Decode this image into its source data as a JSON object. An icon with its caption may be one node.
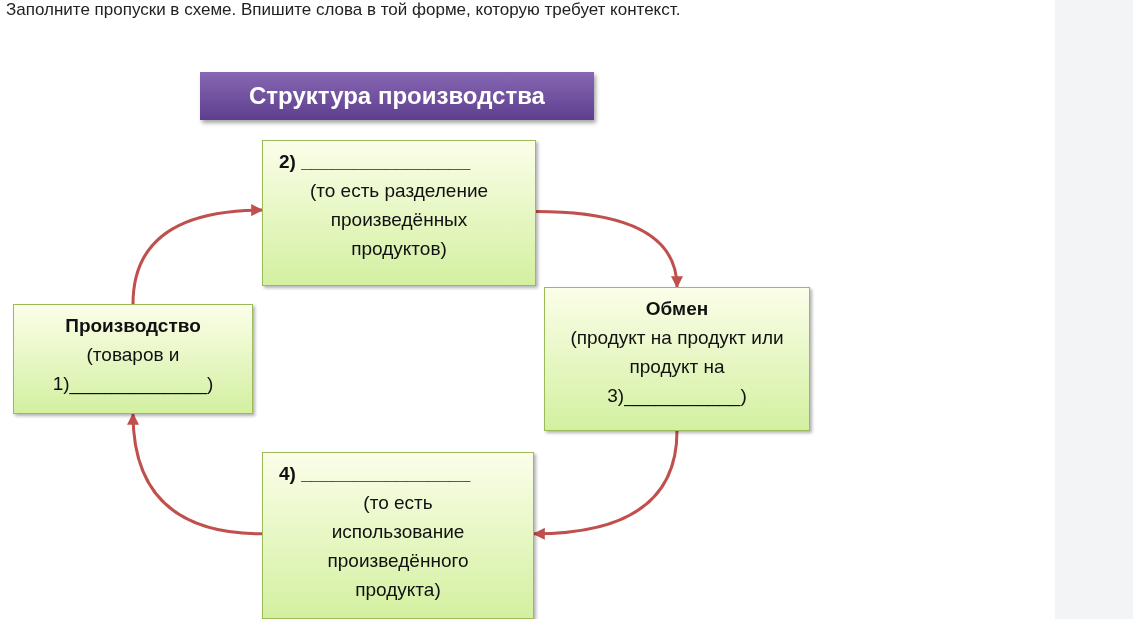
{
  "diagram": {
    "title": "Структура производства",
    "nodes": [
      {
        "text": [
          "Производство",
          "(товаров и 1)_____________)"
        ]
      },
      {
        "text": [
          "2) ________________",
          "(то есть разделение произведённых продуктов)"
        ]
      },
      {
        "text": [
          "Обмен",
          "(продукт на продукт или продукт на 3)___________)"
        ]
      },
      {
        "text": [
          "4) ________________",
          "(то есть использование произведённого продукта)"
        ]
      }
    ],
    "edges": [
      {
        "from": 0,
        "to": 1,
        "arrow": "to"
      },
      {
        "from": 1,
        "to": 2,
        "arrow": "to"
      },
      {
        "from": 2,
        "to": 3,
        "arrow": "to"
      },
      {
        "from": 3,
        "to": 0,
        "arrow": "to"
      }
    ],
    "labels": [
      "Заполните пропуски в схеме. Впишите слова в той форме, которую требует контекст."
    ]
  }
}
